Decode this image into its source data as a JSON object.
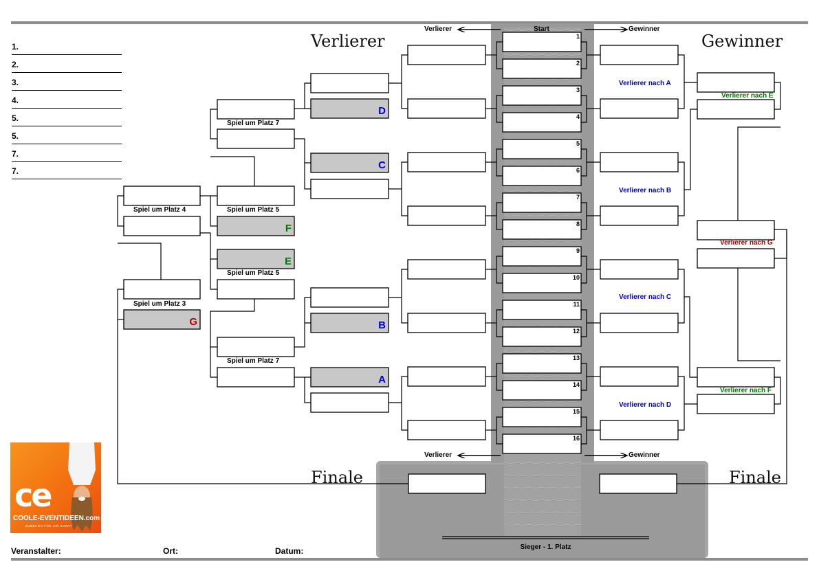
{
  "ranking": {
    "rows": [
      "1.",
      "2.",
      "3.",
      "4.",
      "5.",
      "5.",
      "7.",
      "7."
    ]
  },
  "titles": {
    "losers": "Verlierer",
    "winners": "Gewinner",
    "final_left": "Finale",
    "final_right": "Finale"
  },
  "arrows": {
    "top_left": "Verlierer",
    "top_center": "Start",
    "top_right": "Gewinner",
    "bottom_left": "Verlierer",
    "bottom_right": "Gewinner"
  },
  "start_matches": [
    "1",
    "2",
    "3",
    "4",
    "5",
    "6",
    "7",
    "8",
    "9",
    "10",
    "11",
    "12",
    "13",
    "14",
    "15",
    "16"
  ],
  "loser_markers": {
    "D": {
      "letter": "D",
      "color": "#0000cc"
    },
    "C": {
      "letter": "C",
      "color": "#0000cc"
    },
    "B": {
      "letter": "B",
      "color": "#0000cc"
    },
    "A": {
      "letter": "A",
      "color": "#0000cc"
    },
    "F": {
      "letter": "F",
      "color": "#007a00"
    },
    "E": {
      "letter": "E",
      "color": "#007a00"
    },
    "G": {
      "letter": "G",
      "color": "#b00000"
    }
  },
  "placement_labels": {
    "p7_top": "Spiel um Platz 7",
    "p5_top": "Spiel um Platz 5",
    "p4": "Spiel um Platz 4",
    "p5_bottom": "Spiel um Platz 5",
    "p3": "Spiel um Platz 3",
    "p7_bottom": "Spiel um Platz 7"
  },
  "winner_notes": {
    "a": {
      "text": "Verlierer nach A",
      "color": "#0000cc"
    },
    "b": {
      "text": "Verlierer nach B",
      "color": "#0000cc"
    },
    "c": {
      "text": "Verlierer nach C",
      "color": "#0000cc"
    },
    "d": {
      "text": "Verlierer nach D",
      "color": "#0000cc"
    },
    "e": {
      "text": "Verlierer nach E",
      "color": "#007a00"
    },
    "f": {
      "text": "Verlierer nach F",
      "color": "#007a00"
    },
    "g": {
      "text": "Verlierer nach G",
      "color": "#b00000"
    }
  },
  "champion": "Sieger - 1. Platz",
  "footer": {
    "organizer": "Veranstalter:",
    "location": "Ort:",
    "date": "Datum:"
  },
  "logo": {
    "mark": "ce",
    "brand": "COOLE-EVENTIDEEN.com",
    "tagline": "ZUBEHÖR FÜR IHR EVENT"
  },
  "colors": {
    "panel": "#9a9a9a",
    "marker_fill": "#c8c8c8",
    "rule": "#8c8c8c"
  }
}
